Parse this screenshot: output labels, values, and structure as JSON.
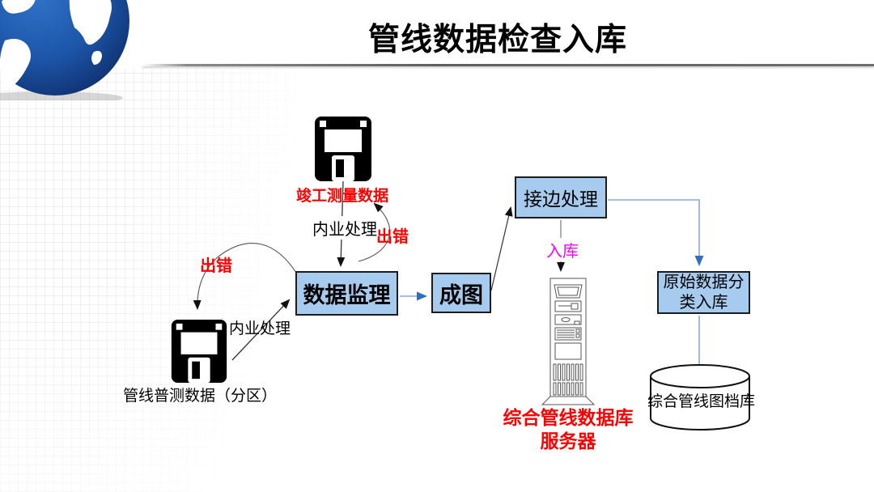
{
  "slide": {
    "title": "管线数据检查入库"
  },
  "icons": {
    "globe": "globe-icon",
    "floppy_top": "floppy-disk-icon",
    "floppy_left": "floppy-disk-icon",
    "server": "server-tower-icon",
    "archive": "database-cylinder-icon"
  },
  "nodes": {
    "floppy_top_label": "竣工测量数据",
    "floppy_left_label": "管线普测数据（分区）",
    "supervision": "数据监理",
    "mapping": "成图",
    "edge_join": "接边处理",
    "classify_line1": "原始数据分",
    "classify_line2": "类入库",
    "server_line1": "综合管线数据库",
    "server_line2": "服务器",
    "archive": "综合管线图档库"
  },
  "edge_labels": {
    "process_top": "内业处理",
    "process_left": "内业处理",
    "error_right": "出错",
    "error_left": "出错",
    "store": "入库"
  },
  "colors": {
    "box_fill": "#a6cbee",
    "box_border": "#1c1c1c",
    "red_label": "#ff0000",
    "magenta_label": "#ff00ff",
    "blue_line": "#8aa9dc",
    "blue_arrowhead": "#2e6fc0",
    "dark_line": "#333333",
    "title_text": "#000000"
  }
}
